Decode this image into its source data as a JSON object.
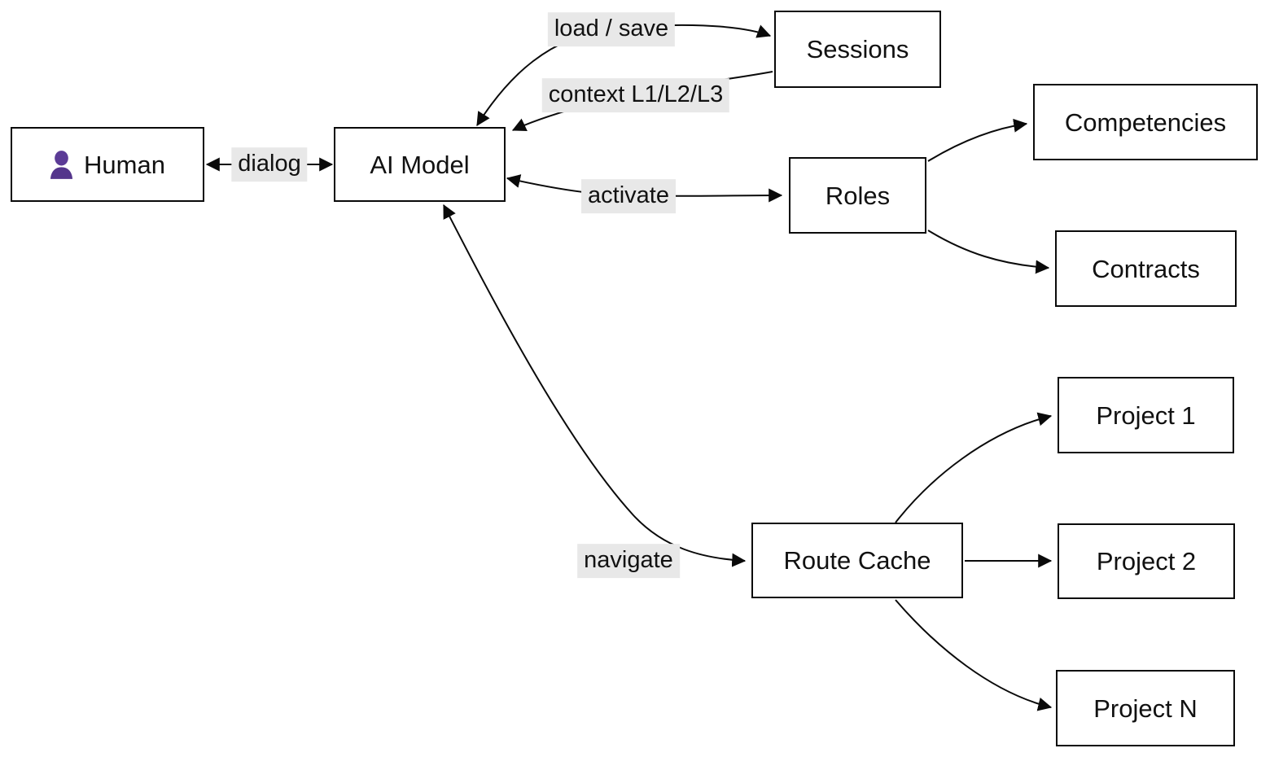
{
  "diagram": {
    "type": "flowchart",
    "nodes": {
      "human": {
        "label": "Human"
      },
      "ai_model": {
        "label": "AI Model"
      },
      "sessions": {
        "label": "Sessions"
      },
      "roles": {
        "label": "Roles"
      },
      "competencies": {
        "label": "Competencies"
      },
      "contracts": {
        "label": "Contracts"
      },
      "route_cache": {
        "label": "Route Cache"
      },
      "project_1": {
        "label": "Project 1"
      },
      "project_2": {
        "label": "Project 2"
      },
      "project_n": {
        "label": "Project N"
      }
    },
    "edges": {
      "dialog": {
        "label": "dialog",
        "from": "Human",
        "to": "AI Model",
        "direction": "both"
      },
      "load_save": {
        "label": "load / save",
        "from": "AI Model",
        "to": "Sessions",
        "direction": "both"
      },
      "context": {
        "label": "context L1/L2/L3",
        "from": "Sessions",
        "to": "AI Model",
        "direction": "to"
      },
      "activate": {
        "label": "activate",
        "from": "AI Model",
        "to": "Roles",
        "direction": "both"
      },
      "navigate": {
        "label": "navigate",
        "from": "AI Model",
        "to": "Route Cache",
        "direction": "both"
      },
      "roles_competencies": {
        "label": "",
        "from": "Roles",
        "to": "Competencies",
        "direction": "to"
      },
      "roles_contracts": {
        "label": "",
        "from": "Roles",
        "to": "Contracts",
        "direction": "to"
      },
      "route_project_1": {
        "label": "",
        "from": "Route Cache",
        "to": "Project 1",
        "direction": "to"
      },
      "route_project_2": {
        "label": "",
        "from": "Route Cache",
        "to": "Project 2",
        "direction": "to"
      },
      "route_project_n": {
        "label": "",
        "from": "Route Cache",
        "to": "Project N",
        "direction": "to"
      }
    },
    "icons": {
      "human_node": "person-icon"
    },
    "colors": {
      "background": "#ffffff",
      "node_fill": "#ffffff",
      "node_border": "#0a0a0a",
      "edge_stroke": "#0a0a0a",
      "edge_label_bg": "#e8e8e8",
      "text": "#111111",
      "person_icon": "#54358c"
    }
  }
}
